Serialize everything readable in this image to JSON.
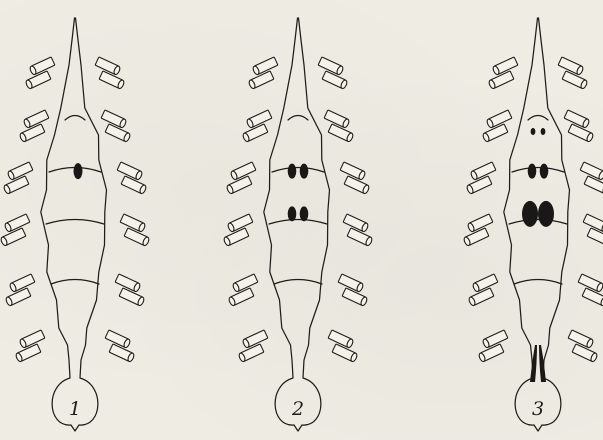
{
  "figures": [
    {
      "label": "1",
      "gonads": [
        {
          "row": 0.43,
          "shape": "single"
        }
      ],
      "foot_stalk": false
    },
    {
      "label": "2",
      "gonads": [
        {
          "row": 0.43,
          "shape": "pair"
        },
        {
          "row": 0.57,
          "shape": "pair"
        }
      ],
      "foot_stalk": false
    },
    {
      "label": "3",
      "gonads": [
        {
          "row": 0.3,
          "shape": "pair-small"
        },
        {
          "row": 0.43,
          "shape": "pair"
        },
        {
          "row": 0.57,
          "shape": "pair-large"
        }
      ],
      "foot_stalk": true
    }
  ],
  "colors": {
    "ink": "#1f1d1a",
    "paper": "#eeece3"
  }
}
